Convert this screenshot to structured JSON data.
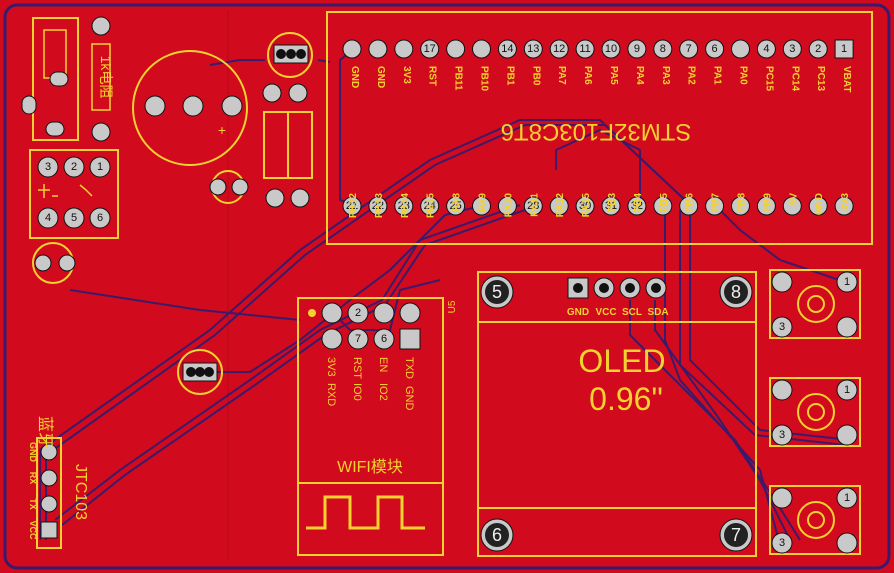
{
  "board": {
    "title": "PCB layout",
    "colors": {
      "copper": "#d20a1e",
      "silk": "#f2d22e",
      "pad": "#c9c9c9",
      "trace": "#3b1a6b",
      "outline": "#f2d22e"
    }
  },
  "mcu": {
    "name": "STM32F103C8T6",
    "top_pins": [
      {
        "label": "GND",
        "num": ""
      },
      {
        "label": "GND",
        "num": ""
      },
      {
        "label": "3V3",
        "num": ""
      },
      {
        "label": "RST",
        "num": "17"
      },
      {
        "label": "PB11",
        "num": ""
      },
      {
        "label": "PB10",
        "num": ""
      },
      {
        "label": "PB1",
        "num": "14"
      },
      {
        "label": "PB0",
        "num": "13"
      },
      {
        "label": "PA7",
        "num": "12"
      },
      {
        "label": "PA6",
        "num": "11"
      },
      {
        "label": "PA5",
        "num": "10"
      },
      {
        "label": "PA4",
        "num": "9"
      },
      {
        "label": "PA3",
        "num": "8"
      },
      {
        "label": "PA2",
        "num": "7"
      },
      {
        "label": "PA1",
        "num": "6"
      },
      {
        "label": "PA0",
        "num": ""
      },
      {
        "label": "PC15",
        "num": "4"
      },
      {
        "label": "PC14",
        "num": "3"
      },
      {
        "label": "PC13",
        "num": "2"
      },
      {
        "label": "VBAT",
        "num": "1"
      }
    ],
    "bottom_pins": [
      {
        "label": "PB12",
        "num": "21"
      },
      {
        "label": "PB13",
        "num": "22"
      },
      {
        "label": "PB14",
        "num": "23"
      },
      {
        "label": "PB15",
        "num": "24"
      },
      {
        "label": "PA8",
        "num": "25"
      },
      {
        "label": "PA9",
        "num": ""
      },
      {
        "label": "PA10",
        "num": ""
      },
      {
        "label": "PA11",
        "num": "28"
      },
      {
        "label": "PA12",
        "num": ""
      },
      {
        "label": "PA15",
        "num": "30"
      },
      {
        "label": "PB3",
        "num": "31"
      },
      {
        "label": "PB4",
        "num": "32"
      },
      {
        "label": "PB5",
        "num": ""
      },
      {
        "label": "PB6",
        "num": ""
      },
      {
        "label": "PB7",
        "num": ""
      },
      {
        "label": "PB8",
        "num": ""
      },
      {
        "label": "PB9",
        "num": ""
      },
      {
        "label": "5V",
        "num": ""
      },
      {
        "label": "GND",
        "num": ""
      },
      {
        "label": "3V3",
        "num": ""
      }
    ]
  },
  "relay": {
    "label": "1k电阻"
  },
  "switch": {
    "pins": [
      "3",
      "2",
      "1",
      "4",
      "5",
      "6"
    ]
  },
  "buzzer": {
    "plus": "+"
  },
  "wifi": {
    "ref": "U5",
    "title": "WIFI模块",
    "pin_nums": [
      "2",
      "7",
      "6"
    ],
    "labels_left": [
      "3V3",
      "RXD"
    ],
    "labels_mid": [
      "RST",
      "IO0"
    ],
    "labels_right": [
      "EN",
      "IO2"
    ],
    "labels_far": [
      "TXD",
      "GND"
    ]
  },
  "oled": {
    "title": "OLED",
    "size": "0.96\"",
    "pins": [
      "GND",
      "VCC",
      "SCL",
      "SDA"
    ],
    "corners": [
      "5",
      "8",
      "6",
      "7"
    ]
  },
  "buttons": {
    "pin1": "1",
    "pin3": "3"
  },
  "bt": {
    "title": "JDY-31",
    "title_alt": "蓝牙",
    "model": "JTC103",
    "pins": [
      "GND",
      "RX",
      "TX",
      "VCC"
    ]
  }
}
